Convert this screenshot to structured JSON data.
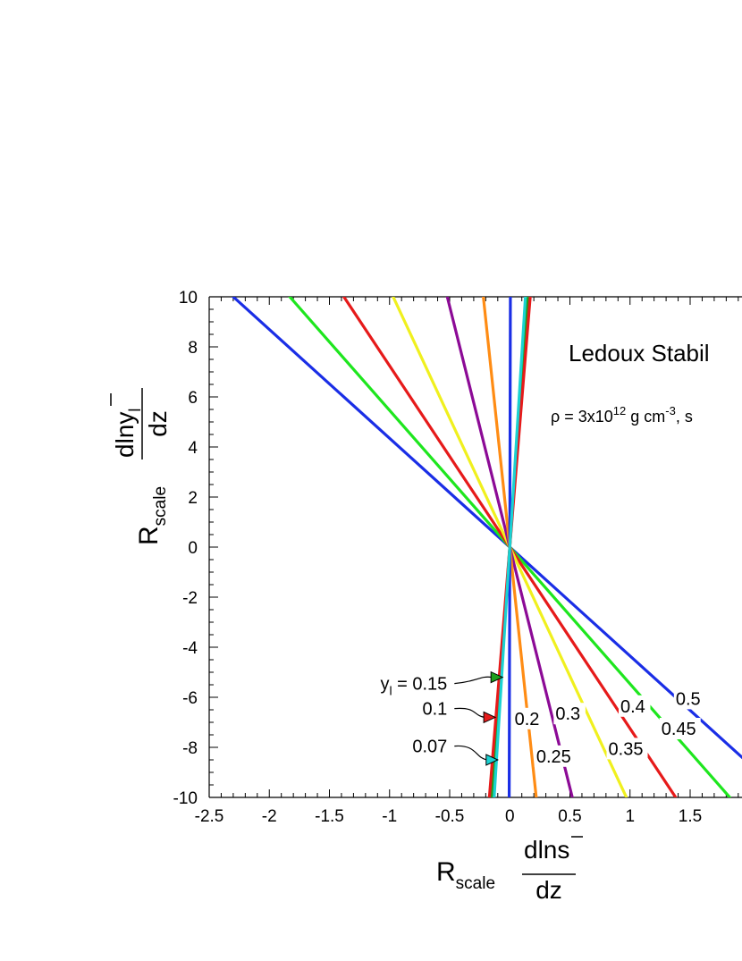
{
  "chart_data": {
    "type": "line",
    "title": "Ledoux Stabil",
    "subtitle": {
      "prefix": "ρ = 3x10",
      "exp": "12",
      "mid": " g cm",
      "exp2": "-3",
      "suffix": ",  s"
    },
    "xlabel": {
      "coef": "R",
      "coef_sub": "scale",
      "num": "dln",
      "num_bar": "s",
      "den": "dz"
    },
    "ylabel": {
      "coef": "R",
      "coef_sub": "scale",
      "num": "dlny",
      "num_bar_sub": "l",
      "den": "dz"
    },
    "xlim": [
      -2.5,
      2.0
    ],
    "ylim": [
      -10,
      10
    ],
    "xticks": [
      -2.5,
      -2,
      -1.5,
      -1,
      -0.5,
      0,
      0.5,
      1,
      1.5
    ],
    "xtick_labels": [
      "-2.5",
      "-2",
      "-1.5",
      "-1",
      "-0.5",
      "0",
      "0.5",
      "1",
      "1.5"
    ],
    "yticks": [
      -10,
      -8,
      -6,
      -4,
      -2,
      0,
      2,
      4,
      6,
      8,
      10
    ],
    "ytick_labels": [
      "-10",
      "-8",
      "-6",
      "-4",
      "-2",
      "0",
      "2",
      "4",
      "6",
      "8",
      "10"
    ],
    "series": [
      {
        "name": "0.5",
        "color": "#1a2ee6",
        "x": [
          -2.3,
          2.3
        ],
        "y": [
          10,
          -10
        ]
      },
      {
        "name": "0.45",
        "color": "#1ee61e",
        "x": [
          -1.83,
          1.83
        ],
        "y": [
          10,
          -10
        ]
      },
      {
        "name": "0.4",
        "color": "#e61a1a",
        "x": [
          -1.38,
          1.38
        ],
        "y": [
          10,
          -10
        ]
      },
      {
        "name": "0.35",
        "color": "#f0f01e",
        "x": [
          -0.97,
          0.97
        ],
        "y": [
          10,
          -10
        ]
      },
      {
        "name": "0.3",
        "color": "#8c0a96",
        "x": [
          -0.52,
          0.52
        ],
        "y": [
          10,
          -10
        ]
      },
      {
        "name": "0.25",
        "color": "#ff8c14",
        "x": [
          -0.22,
          0.22
        ],
        "y": [
          10,
          -10
        ]
      },
      {
        "name": "0.2",
        "color": "#1a2ee6",
        "x": [
          0.005,
          -0.005
        ],
        "y": [
          10,
          -10
        ]
      },
      {
        "name": "0.15",
        "color": "#1ea01e",
        "x": [
          0.15,
          -0.15
        ],
        "y": [
          10,
          -10
        ]
      },
      {
        "name": "0.1",
        "color": "#e61a1a",
        "x": [
          0.17,
          -0.17
        ],
        "y": [
          10,
          -10
        ]
      },
      {
        "name": "0.07",
        "color": "#1ad2d2",
        "x": [
          0.13,
          -0.13
        ],
        "y": [
          10,
          -10
        ]
      }
    ],
    "annotations": [
      {
        "text": "0.5",
        "x": 1.38,
        "y": -6.3
      },
      {
        "text": "0.45",
        "x": 1.26,
        "y": -7.5
      },
      {
        "text": "0.4",
        "x": 0.92,
        "y": -6.6
      },
      {
        "text": "0.35",
        "x": 0.82,
        "y": -8.3
      },
      {
        "text": "0.3",
        "x": 0.38,
        "y": -6.9
      },
      {
        "text": "0.25",
        "x": 0.22,
        "y": -8.6
      },
      {
        "text": "0.2",
        "x": 0.04,
        "y": -7.1
      }
    ],
    "arrow_labels": [
      {
        "text": "y",
        "sub": "l",
        "suffix": " = 0.15",
        "color": "#1ea01e",
        "text_x": -0.52,
        "text_y": -5.7,
        "tip_x": -0.06,
        "tip_y": -5.2
      },
      {
        "text": "0.1",
        "sub": "",
        "suffix": "",
        "color": "#e61a1a",
        "text_x": -0.52,
        "text_y": -6.7,
        "tip_x": -0.12,
        "tip_y": -6.8
      },
      {
        "text": "0.07",
        "sub": "",
        "suffix": "",
        "color": "#1ad2d2",
        "text_x": -0.52,
        "text_y": -8.2,
        "tip_x": -0.1,
        "tip_y": -8.5
      }
    ],
    "grid": false
  }
}
